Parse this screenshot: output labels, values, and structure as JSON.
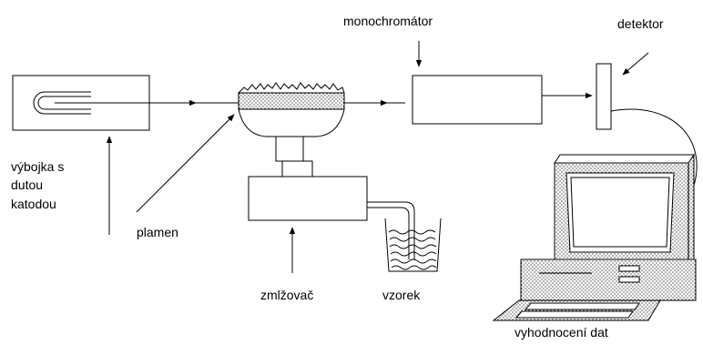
{
  "labels": {
    "monochromator": "monochromátor",
    "detector": "detektor",
    "lamp": [
      "výbojka s",
      "dutou",
      "katodou"
    ],
    "flame": "plamen",
    "nebulizer": "zmlžovač",
    "sample": "vzorek",
    "data_processing": "vyhodnocení dat"
  },
  "colors": {
    "line": "#000000",
    "background": "#ffffff"
  }
}
